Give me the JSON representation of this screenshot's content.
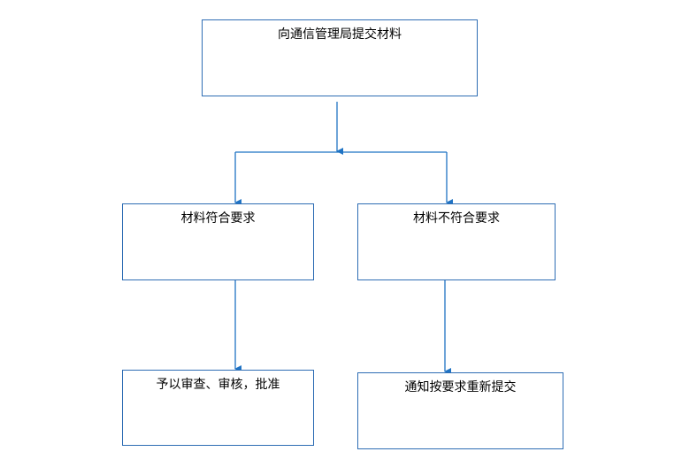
{
  "flowchart": {
    "nodes": {
      "submit": "向通信管理局提交材料",
      "meets": "材料符合要求",
      "not_meets": "材料不符合要求",
      "approve": "予以审查、审核，批准",
      "resubmit": "通知按要求重新提交"
    },
    "edges": [
      {
        "from": "submit",
        "to": "meets"
      },
      {
        "from": "submit",
        "to": "not_meets"
      },
      {
        "from": "meets",
        "to": "approve"
      },
      {
        "from": "not_meets",
        "to": "resubmit"
      }
    ],
    "colors": {
      "line": "#1f73c4",
      "border": "#2e6db4",
      "text": "#000000"
    }
  }
}
